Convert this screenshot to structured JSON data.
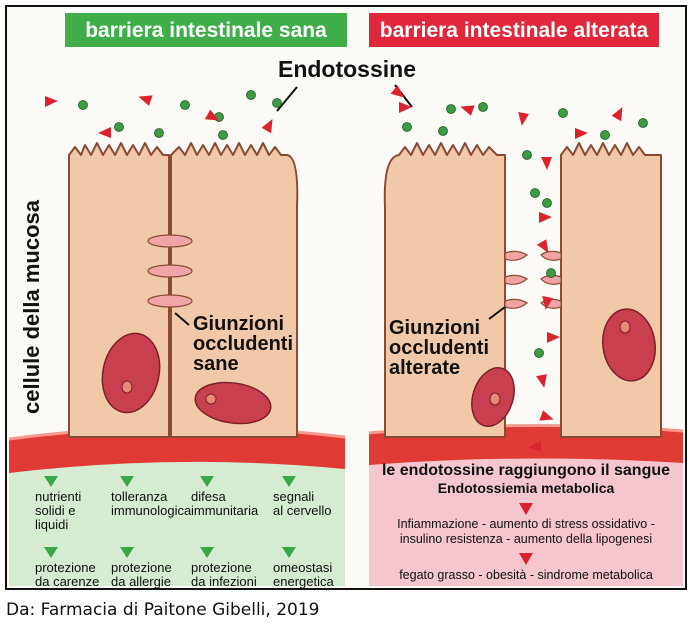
{
  "header": {
    "healthy_title": "barriera intestinale sana",
    "altered_title": "barriera intestinale alterata"
  },
  "labels": {
    "endotoxins": "Endotossine",
    "mucosa_cells": "cellule della mucosa",
    "healthy_junctions": [
      "Giunzioni",
      "occludenti",
      "sane"
    ],
    "altered_junctions": [
      "Giunzioni",
      "occludenti",
      "alterate"
    ]
  },
  "healthy_benefits": [
    [
      "nutrienti",
      "solidi e",
      "liquidi"
    ],
    [
      "tolleranza",
      "immunologica"
    ],
    [
      "difesa",
      "immunitaria"
    ],
    [
      "segnali",
      "al cervello"
    ],
    [
      "protezione",
      "da carenze"
    ],
    [
      "protezione",
      "da allergie"
    ],
    [
      "protezione",
      "da infezioni"
    ],
    [
      "omeostasi",
      "energetica"
    ]
  ],
  "altered_effects": {
    "headline": "le endotossine raggiungono il sangue",
    "subheadline": "Endotossiemia metabolica",
    "effects_1": [
      "Infiammazione - aumento di stress ossidativo -",
      "insulino resistenza - aumento della lipogenesi"
    ],
    "effects_2": "fegato grasso - obesità - sindrome metabolica"
  },
  "caption": "Da: Farmacia di Paitone Gibelli, 2019",
  "colors": {
    "healthy_green": "#3fae49",
    "altered_red": "#e0283a",
    "cell_fill": "#f2c9a8",
    "cell_stroke": "#8a4a34",
    "blood_red": "#e03a35",
    "healthy_panel": "#d6ecd2",
    "altered_panel": "#f6c6cf",
    "triangle_green": "#3aa64a",
    "endotoxin_red": "#d9232e",
    "endotoxin_green_dot": "#3d9a45",
    "nucleus": "#c8404f"
  }
}
